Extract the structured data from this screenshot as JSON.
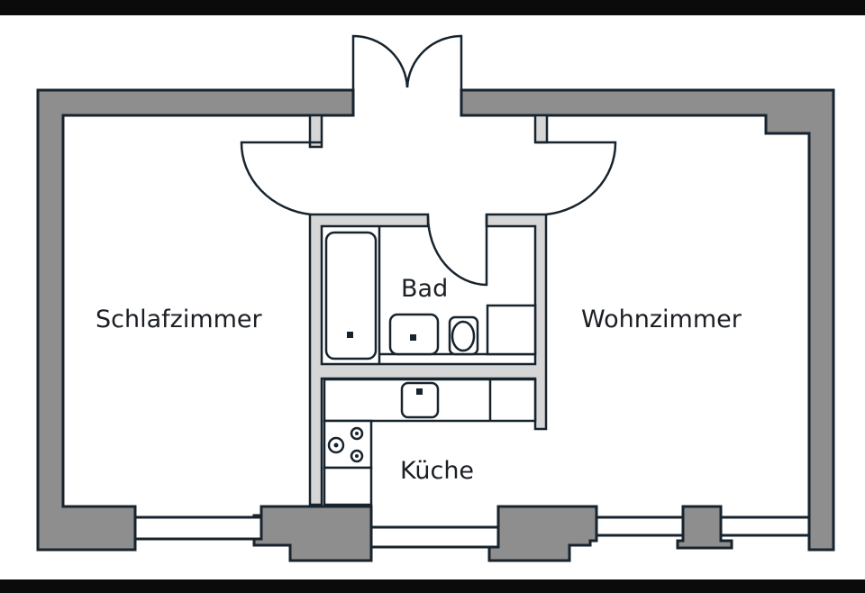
{
  "rooms": {
    "bedroom": "Schlafzimmer",
    "bathroom": "Bad",
    "living_room": "Wohnzimmer",
    "kitchen": "Küche"
  },
  "colors": {
    "outer_wall": "#8e8e8e",
    "inner_wall": "#d6d6d6",
    "line": "#17232d"
  }
}
